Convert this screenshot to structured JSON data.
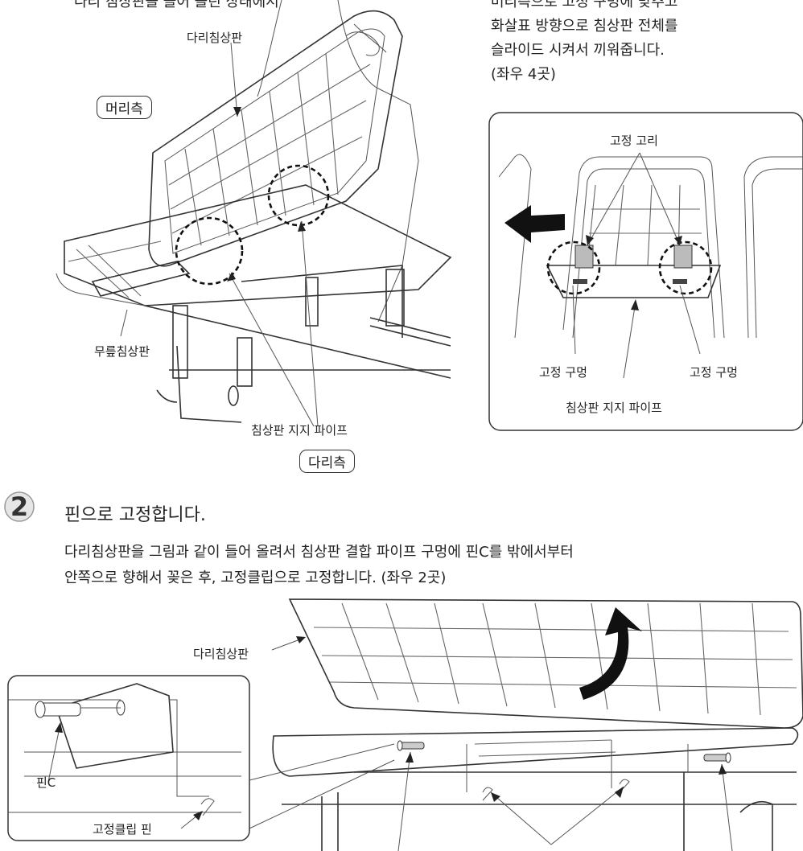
{
  "top": {
    "text_left": "다리 침상판을 들어 올린 상태에서",
    "text_right": [
      "머리측으로 고정 구멍에 맞추고",
      "화살표 방향으로 침상판 전체를",
      "슬라이드 시켜서 끼워줍니다.",
      "(좌우 4곳)"
    ]
  },
  "fig1": {
    "leg_board": "다리침상판",
    "head_side": "머리측",
    "knee_board": "무릎침상판",
    "support_pipe": "침상판 지지 파이프",
    "leg_side": "다리측"
  },
  "inset1": {
    "hook": "고정 고리",
    "hole_left": "고정 구멍",
    "hole_right": "고정 구멍",
    "support_pipe": "침상판 지지 파이프"
  },
  "step2": {
    "number": "2",
    "title": "핀으로 고정합니다.",
    "desc_line1": "다리침상판을 그림과 같이 들어 올려서 침상판 결합 파이프 구멍에 핀C를 밖에서부터",
    "desc_line2": "안쪽으로 향해서 꽂은 후, 고정클립으로 고정합니다. (좌우 2곳)"
  },
  "fig2": {
    "leg_board": "다리침상판",
    "pin_c": "핀C",
    "clip_pin": "고정클립 핀"
  }
}
